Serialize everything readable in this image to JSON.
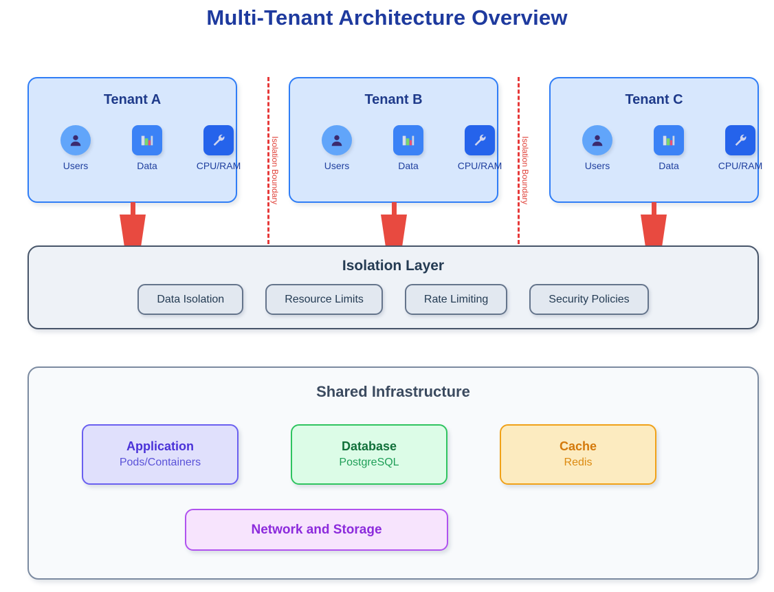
{
  "title": "Multi-Tenant Architecture Overview",
  "colors": {
    "title": "#1e3a9e",
    "tenant_fill": "#d7e7fd",
    "tenant_border": "#2f7df6",
    "arrow": "#e84a40",
    "boundary": "#e63939",
    "isolation_fill": "#eef2f7",
    "isolation_border": "#475569",
    "shared_fill": "#f8fafc",
    "shared_border": "#7b8aa0",
    "app": "#6a5ff0",
    "database": "#2ec45f",
    "cache": "#f0a118",
    "network": "#b052ef"
  },
  "tenants": [
    {
      "title": "Tenant A",
      "icons": [
        {
          "name": "users-icon",
          "label": "Users"
        },
        {
          "name": "data-icon",
          "label": "Data"
        },
        {
          "name": "cpu-ram-icon",
          "label": "CPU/RAM"
        }
      ]
    },
    {
      "title": "Tenant B",
      "icons": [
        {
          "name": "users-icon",
          "label": "Users"
        },
        {
          "name": "data-icon",
          "label": "Data"
        },
        {
          "name": "cpu-ram-icon",
          "label": "CPU/RAM"
        }
      ]
    },
    {
      "title": "Tenant C",
      "icons": [
        {
          "name": "users-icon",
          "label": "Users"
        },
        {
          "name": "data-icon",
          "label": "Data"
        },
        {
          "name": "cpu-ram-icon",
          "label": "CPU/RAM"
        }
      ]
    }
  ],
  "boundaries": [
    {
      "label": "Isolation Boundary"
    },
    {
      "label": "Isolation Boundary"
    }
  ],
  "isolation_layer": {
    "title": "Isolation Layer",
    "chips": [
      {
        "label": "Data Isolation"
      },
      {
        "label": "Resource Limits"
      },
      {
        "label": "Rate Limiting"
      },
      {
        "label": "Security Policies"
      }
    ]
  },
  "shared_infrastructure": {
    "title": "Shared Infrastructure",
    "cards": [
      {
        "title": "Application",
        "subtitle": "Pods/Containers"
      },
      {
        "title": "Database",
        "subtitle": "PostgreSQL"
      },
      {
        "title": "Cache",
        "subtitle": "Redis"
      }
    ],
    "network_storage": {
      "title": "Network and Storage"
    }
  }
}
